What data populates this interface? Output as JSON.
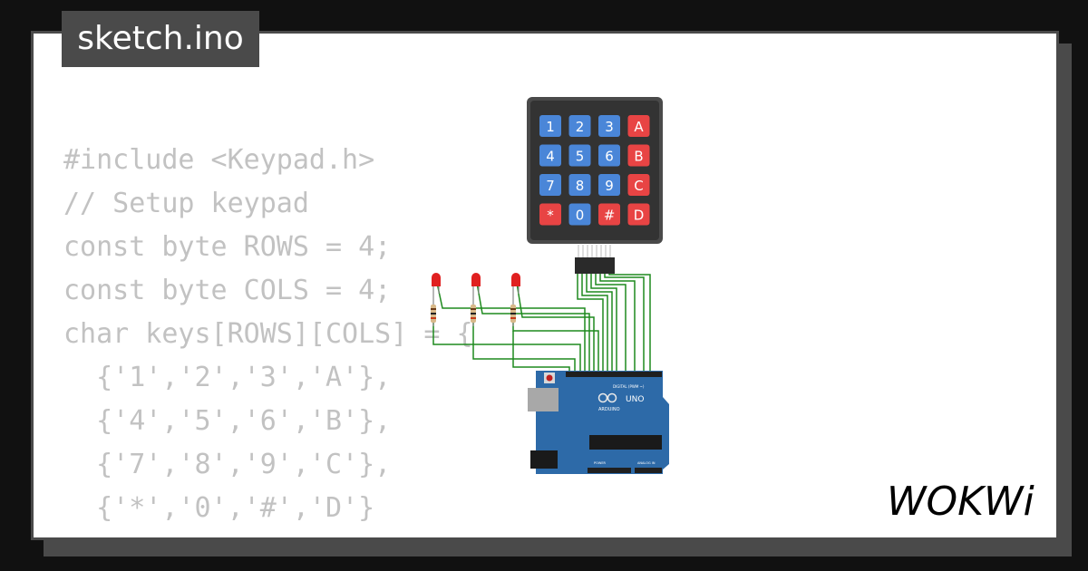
{
  "file_tab": {
    "label": "sketch.ino"
  },
  "code_lines": [
    "#include <Keypad.h>",
    "",
    "// Setup keypad",
    "const byte ROWS = 4;",
    "const byte COLS = 4;",
    "char keys[ROWS][COLS] = {",
    "  {'1','2','3','A'},",
    "  {'4','5','6','B'},",
    "  {'7','8','9','C'},",
    "  {'*','0','#','D'}"
  ],
  "keypad": {
    "keys": [
      [
        "1",
        "2",
        "3",
        "A"
      ],
      [
        "4",
        "5",
        "6",
        "B"
      ],
      [
        "7",
        "8",
        "9",
        "C"
      ],
      [
        "*",
        "0",
        "#",
        "D"
      ]
    ],
    "number_key_color": "#4a86d8",
    "letter_key_color": "#e84444",
    "body_color": "#333333"
  },
  "arduino": {
    "model_label": "UNO",
    "brand_label": "ARDUINO",
    "digital_label": "DIGITAL (PWM ~)",
    "power_label": "POWER",
    "analog_label": "ANALOG IN",
    "board_color": "#2d6aa8"
  },
  "leds": {
    "count": 3,
    "color": "#e02020"
  },
  "wire_color": "#1e8a1e",
  "brand": {
    "logo_text": "WOKWi"
  }
}
